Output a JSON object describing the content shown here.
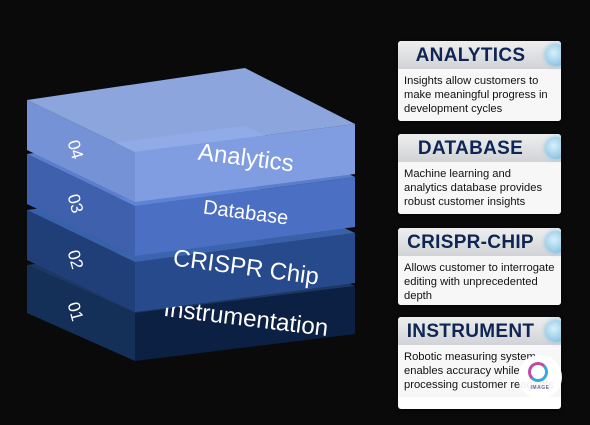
{
  "layers": [
    {
      "number": "01",
      "label": "Instrumentation",
      "color_top": "#1d3a66",
      "color_front": "#0c2043",
      "color_side": "#143058"
    },
    {
      "number": "02",
      "label": "CRISPR Chip",
      "color_top": "#3c66b2",
      "color_front": "#274a8c",
      "color_side": "#203f79"
    },
    {
      "number": "03",
      "label": "Database",
      "color_top": "#5f85d6",
      "color_front": "#4a6fc3",
      "color_side": "#3e60ad"
    },
    {
      "number": "04",
      "label": "Analytics",
      "color_top": "#93aee8",
      "color_front": "#7f9de0",
      "color_side": "#7592d6"
    }
  ],
  "cards": [
    {
      "title": "ANALYTICS",
      "text": "Insights allow customers to make meaningful progress in development cycles"
    },
    {
      "title": "DATABASE",
      "text": "Machine learning and analytics database provides robust customer insights"
    },
    {
      "title": "CRISPR-CHIP",
      "text": "Allows customer to interrogate editing with unprecedented depth"
    },
    {
      "title": "INSTRUMENT",
      "text": "Robotic measuring system enables accuracy while processing customer reagents"
    }
  ],
  "logo": {
    "text": "IMAGE"
  },
  "colors": {
    "background": "#0a0a0b",
    "card_title": "#0f2553",
    "badge": "#98cce6"
  }
}
